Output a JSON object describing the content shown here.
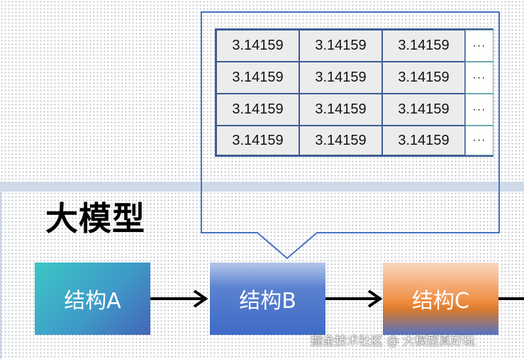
{
  "title": "大模型",
  "matrix": {
    "rows": [
      [
        "3.14159",
        "3.14159",
        "3.14159",
        "···"
      ],
      [
        "3.14159",
        "3.14159",
        "3.14159",
        "···"
      ],
      [
        "3.14159",
        "3.14159",
        "3.14159",
        "···"
      ],
      [
        "3.14159",
        "3.14159",
        "3.14159",
        "···"
      ]
    ]
  },
  "structures": [
    {
      "label": "结构A"
    },
    {
      "label": "结构B"
    },
    {
      "label": "结构C"
    }
  ],
  "watermark": "掘金技术社区 @ 大模型真好玩",
  "colors": {
    "callout_border": "#4a72c4",
    "grid_border": "#3d5d95",
    "cell_fill": "#ececec",
    "structure_a": "#3cc7c6",
    "structure_b": "#4472c4",
    "structure_c": "#ed7d31",
    "arrow": "#000000"
  }
}
